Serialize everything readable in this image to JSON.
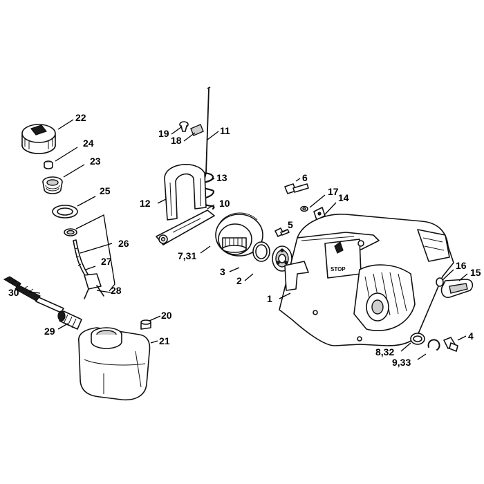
{
  "callouts": [
    {
      "id": "1",
      "label": "1"
    },
    {
      "id": "2",
      "label": "2"
    },
    {
      "id": "3",
      "label": "3"
    },
    {
      "id": "4",
      "label": "4"
    },
    {
      "id": "5",
      "label": "5"
    },
    {
      "id": "6",
      "label": "6"
    },
    {
      "id": "7_31",
      "label": "7,31"
    },
    {
      "id": "8_32",
      "label": "8,32"
    },
    {
      "id": "9_33",
      "label": "9,33"
    },
    {
      "id": "10",
      "label": "10"
    },
    {
      "id": "11",
      "label": "11"
    },
    {
      "id": "12",
      "label": "12"
    },
    {
      "id": "13",
      "label": "13"
    },
    {
      "id": "14",
      "label": "14"
    },
    {
      "id": "15",
      "label": "15"
    },
    {
      "id": "16",
      "label": "16"
    },
    {
      "id": "17",
      "label": "17"
    },
    {
      "id": "18",
      "label": "18"
    },
    {
      "id": "19",
      "label": "19"
    },
    {
      "id": "20",
      "label": "20"
    },
    {
      "id": "21",
      "label": "21"
    },
    {
      "id": "22",
      "label": "22"
    },
    {
      "id": "23",
      "label": "23"
    },
    {
      "id": "24",
      "label": "24"
    },
    {
      "id": "25",
      "label": "25"
    },
    {
      "id": "26",
      "label": "26"
    },
    {
      "id": "27",
      "label": "27"
    },
    {
      "id": "28",
      "label": "28"
    },
    {
      "id": "29",
      "label": "29"
    },
    {
      "id": "30",
      "label": "30"
    }
  ],
  "housing_marking": "STOP"
}
